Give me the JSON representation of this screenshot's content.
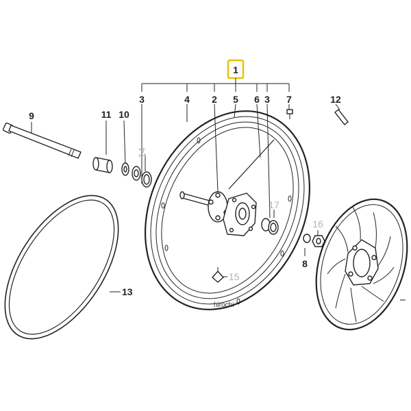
{
  "callouts": {
    "c1": "1",
    "c2": "2",
    "c3a": "3",
    "c3b": "3",
    "c4": "4",
    "c5": "5",
    "c6": "6",
    "c7": "7",
    "c8": "8",
    "c9": "9",
    "c10": "10",
    "c11": "11",
    "c12": "12",
    "c13": "13",
    "c14": "14",
    "c15": "15",
    "c16": "16",
    "c17": "17"
  },
  "watermark": "hirochi",
  "colors": {
    "highlight": "#e8c200",
    "line": "#222222",
    "faded": "#b3b3b3"
  }
}
